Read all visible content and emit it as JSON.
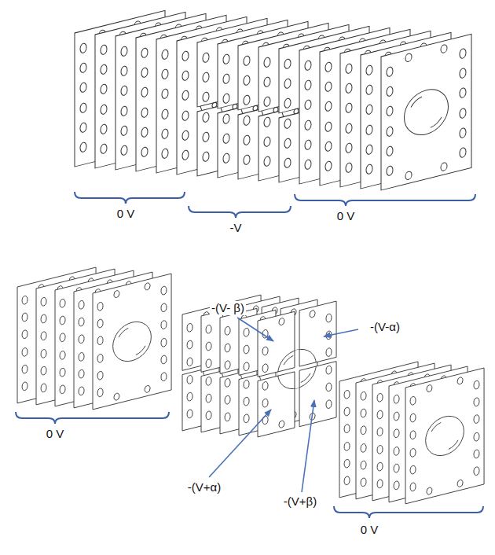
{
  "diagram": {
    "labels": [
      "0 V",
      "-V",
      "0 V",
      "0 V",
      "-(V- β)",
      "-(V-α)",
      "-(V+α)",
      "-(V+β)",
      "0 V"
    ]
  }
}
